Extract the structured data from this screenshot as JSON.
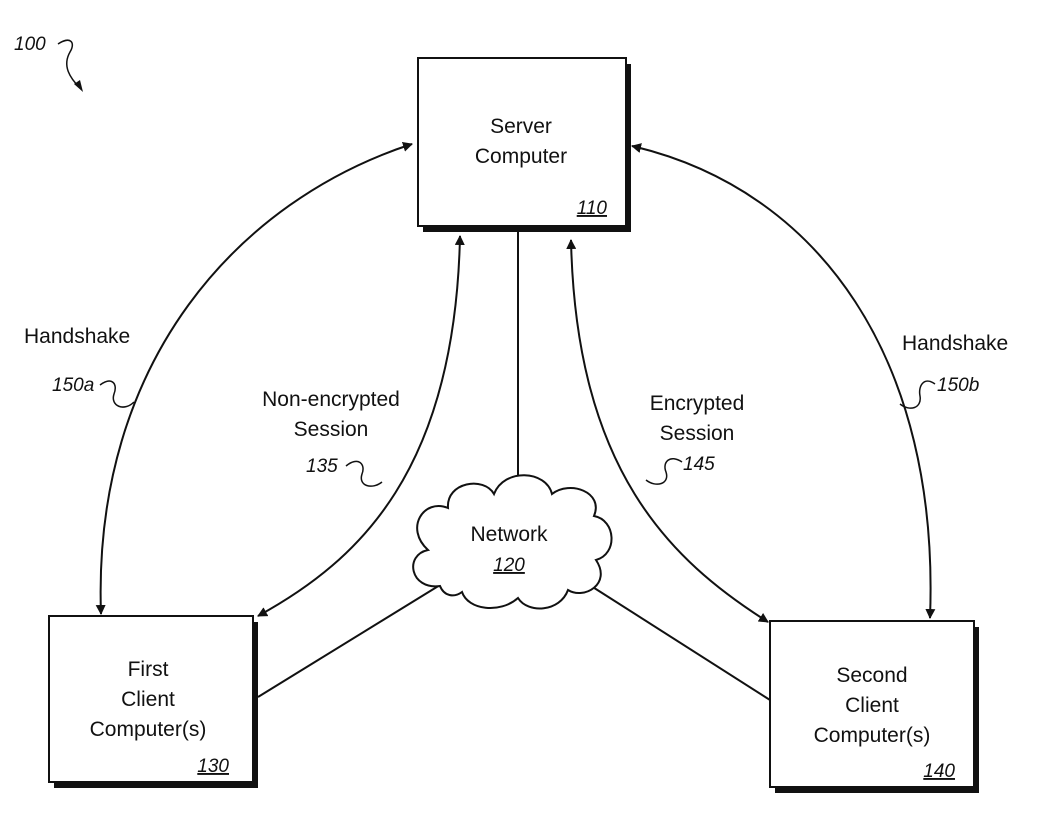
{
  "figure_ref": "100",
  "server": {
    "line1": "Server",
    "line2": "Computer",
    "ref": "110"
  },
  "network": {
    "label": "Network",
    "ref": "120"
  },
  "first_client": {
    "line1": "First",
    "line2": "Client",
    "line3": "Computer(s)",
    "ref": "130"
  },
  "second_client": {
    "line1": "Second",
    "line2": "Client",
    "line3": "Computer(s)",
    "ref": "140"
  },
  "non_encrypted": {
    "line1": "Non-encrypted",
    "line2": "Session",
    "ref": "135"
  },
  "encrypted": {
    "line1": "Encrypted",
    "line2": "Session",
    "ref": "145"
  },
  "handshake_a": {
    "label": "Handshake",
    "ref": "150a"
  },
  "handshake_b": {
    "label": "Handshake",
    "ref": "150b"
  }
}
